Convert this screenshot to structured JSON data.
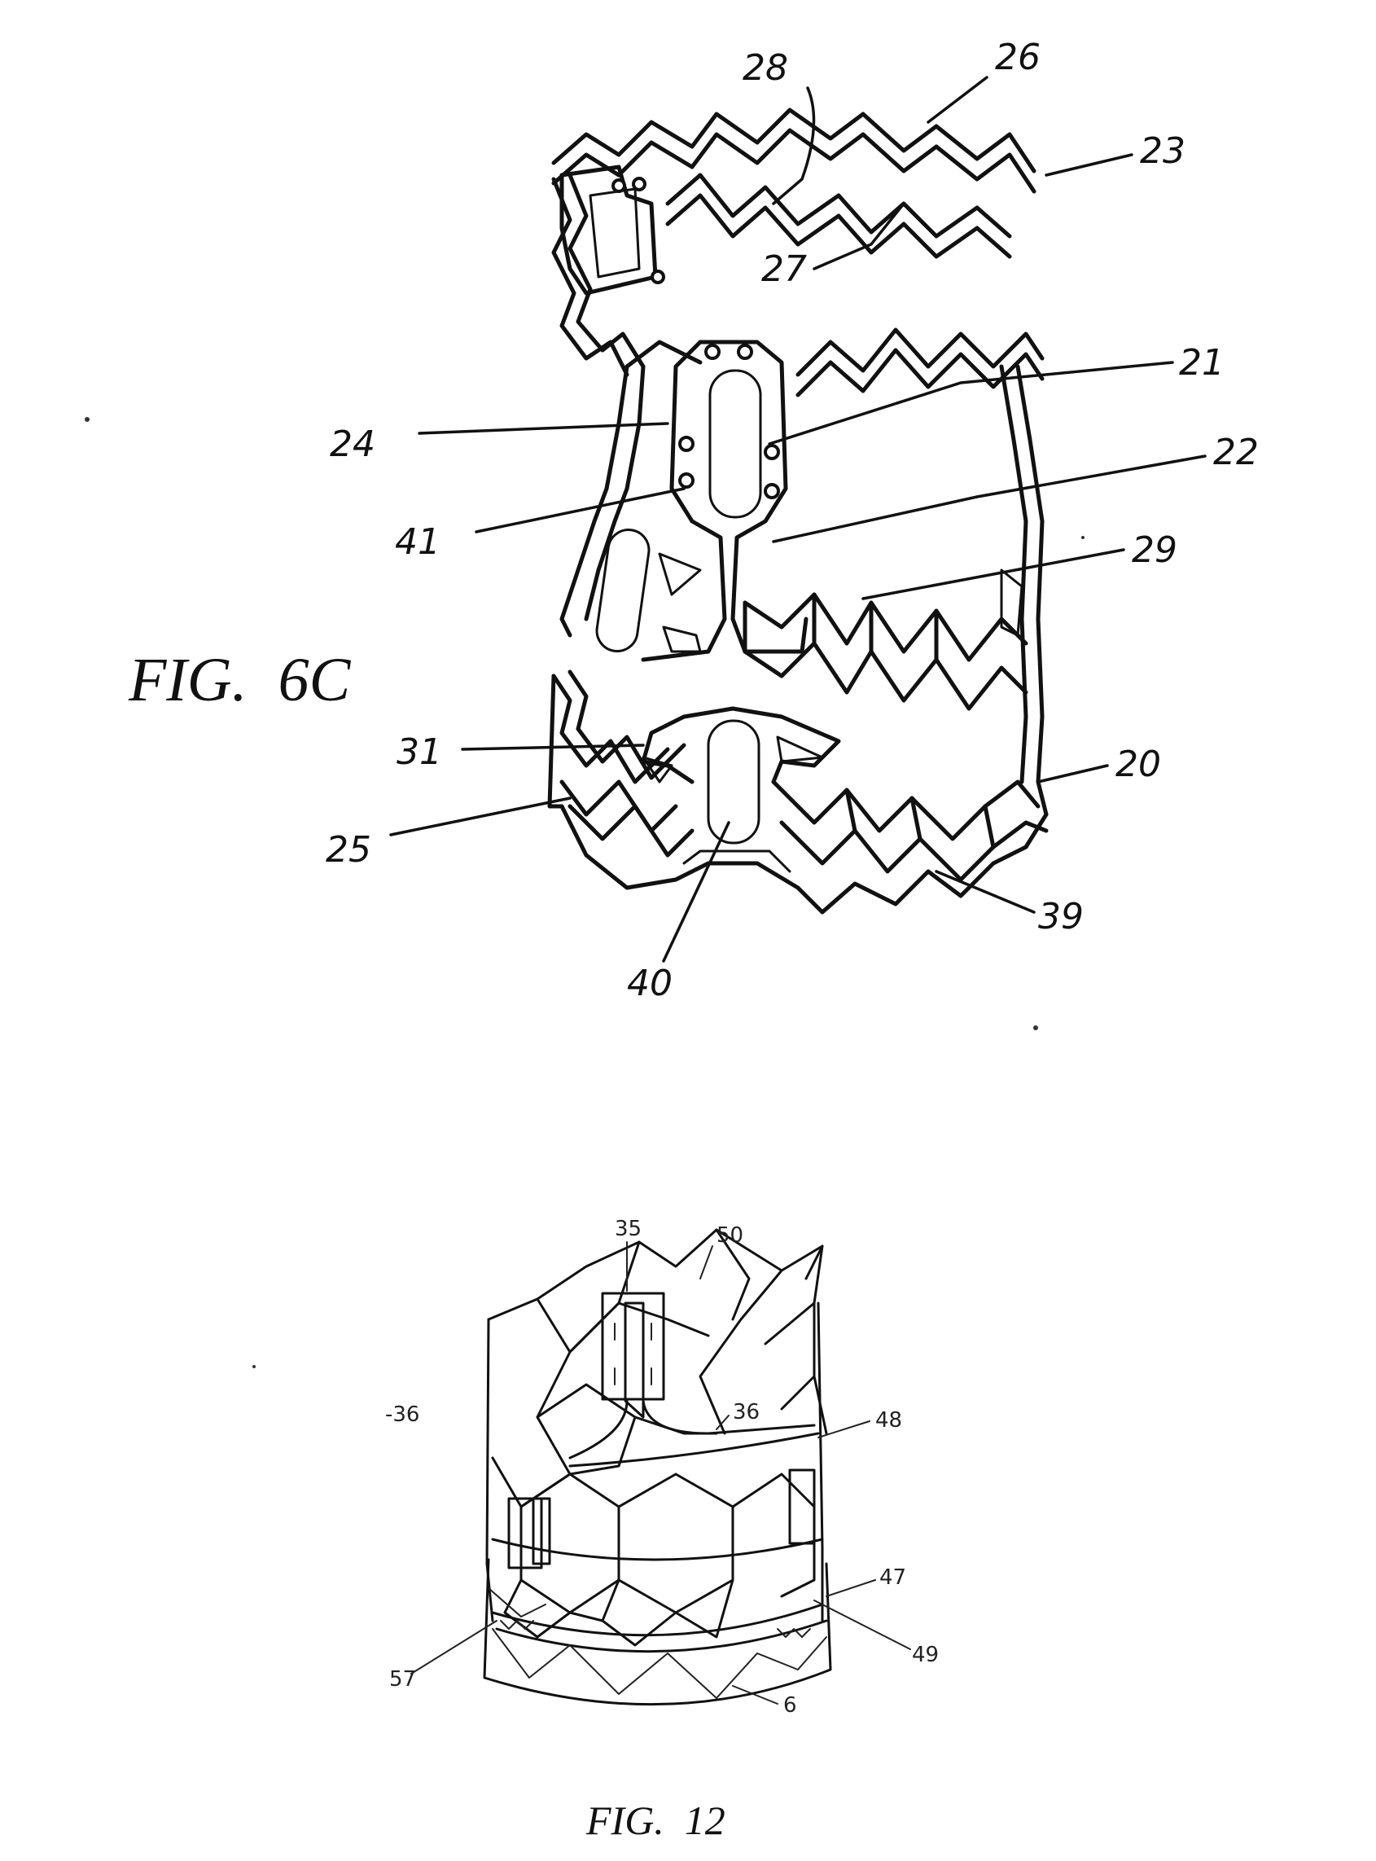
{
  "figures": [
    {
      "id": "fig6c",
      "title": "FIG.  6C",
      "refs": [
        {
          "label": "28"
        },
        {
          "label": "26"
        },
        {
          "label": "23"
        },
        {
          "label": "27"
        },
        {
          "label": "21"
        },
        {
          "label": "24"
        },
        {
          "label": "22"
        },
        {
          "label": "41"
        },
        {
          "label": "29"
        },
        {
          "label": "31"
        },
        {
          "label": "20"
        },
        {
          "label": "25"
        },
        {
          "label": "39"
        },
        {
          "label": "40"
        }
      ]
    },
    {
      "id": "fig12",
      "title": "FIG.  12",
      "refs": [
        {
          "label": "35"
        },
        {
          "label": "50"
        },
        {
          "label": "-36"
        },
        {
          "label": "36"
        },
        {
          "label": "48"
        },
        {
          "label": "47"
        },
        {
          "label": "57"
        },
        {
          "label": "49"
        },
        {
          "label": "6"
        }
      ]
    }
  ]
}
